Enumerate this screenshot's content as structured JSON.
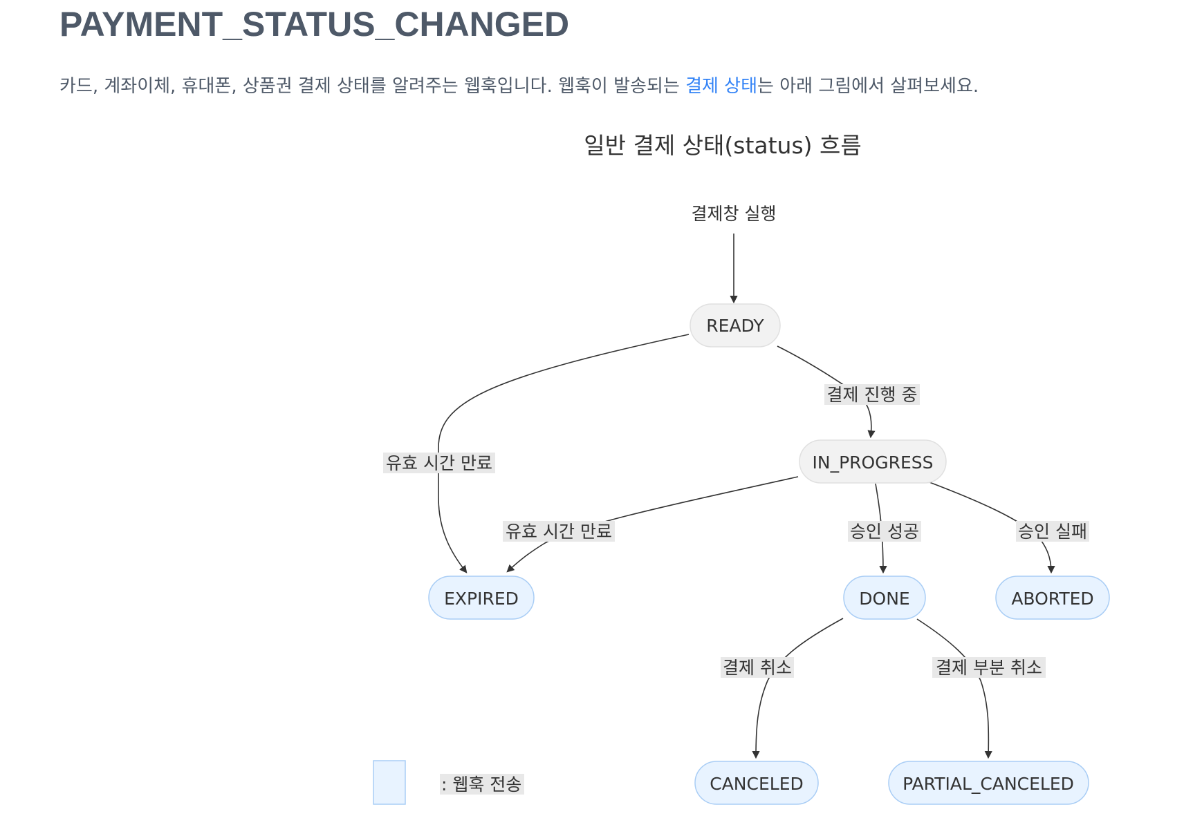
{
  "header": {
    "title": "PAYMENT_STATUS_CHANGED",
    "description_before": "카드, 계좌이체, 휴대폰, 상품권 결제 상태를 알려주는 웹훅입니다. 웹훅이 발송되는 ",
    "description_link": "결제 상태",
    "description_after": "는 아래 그림에서 살펴보세요."
  },
  "diagram": {
    "title": "일반 결제 상태(status) 흐름",
    "start_label": "결제창 실행",
    "nodes": {
      "ready": "READY",
      "in_progress": "IN_PROGRESS",
      "expired": "EXPIRED",
      "done": "DONE",
      "aborted": "ABORTED",
      "canceled": "CANCELED",
      "partial_canceled": "PARTIAL_CANCELED"
    },
    "edges": {
      "ready_to_in_progress": "결제 진행 중",
      "ready_to_expired": "유효 시간 만료",
      "in_progress_to_expired": "유효 시간 만료",
      "in_progress_to_done": "승인 성공",
      "in_progress_to_aborted": "승인 실패",
      "done_to_canceled": "결제 취소",
      "done_to_partial_canceled": "결제 부분 취소"
    },
    "legend_label": ": 웹훅 전송"
  },
  "colors": {
    "heading": "#4e5968",
    "link": "#3182f6",
    "webhook_node_fill": "#e8f3ff",
    "webhook_node_stroke": "#a9cdf5",
    "plain_node_fill": "#f2f2f2",
    "plain_node_stroke": "#e0e0e0",
    "edge": "#333333",
    "edge_label_bg": "#e8e8e8"
  }
}
